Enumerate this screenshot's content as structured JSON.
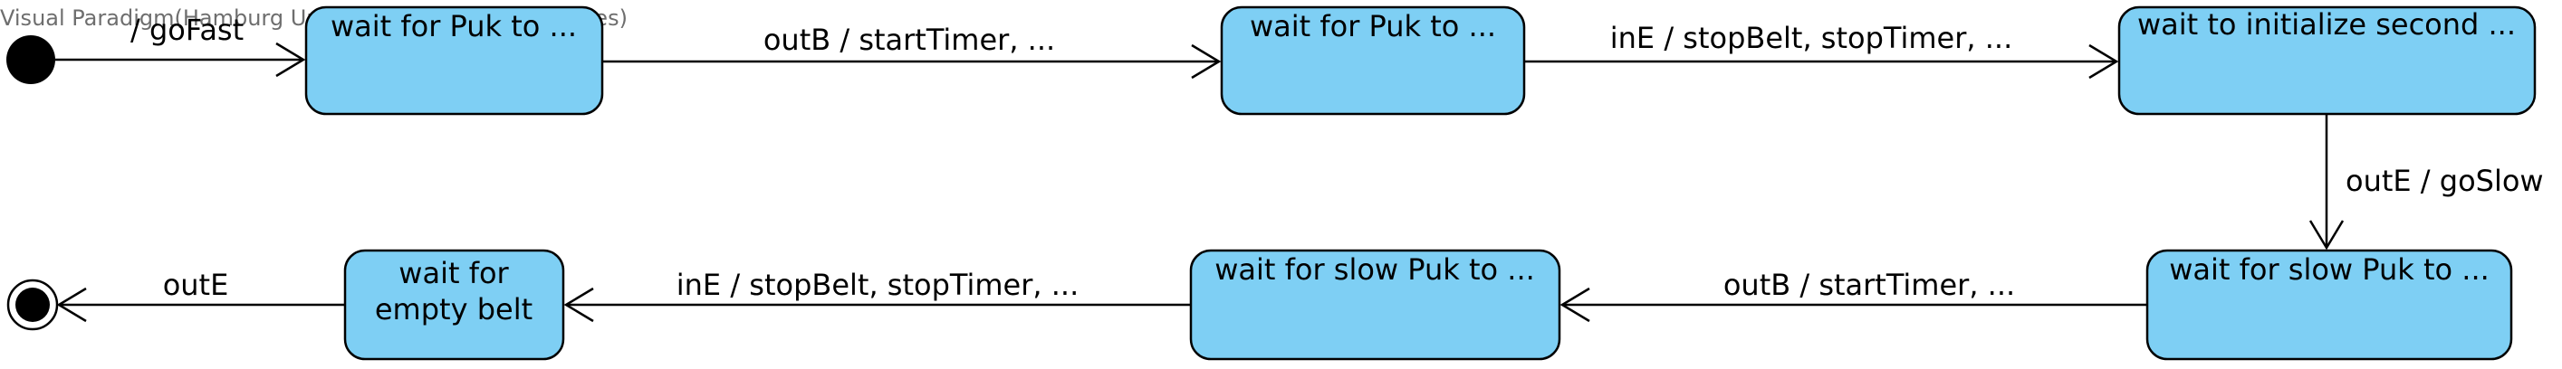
{
  "watermark": "Visual Paradigm(Hamburg University of Applied Sciences)",
  "colors": {
    "state_fill": "#7ECFF4",
    "stroke": "#000000",
    "background": "#FFFFFF"
  },
  "states": {
    "s1": "wait for Puk to ...",
    "s2": "wait for Puk to ...",
    "s3": "wait to initialize second ...",
    "s4": "wait for slow Puk to ...",
    "s5": "wait for slow Puk to ...",
    "s6_line1": "wait for",
    "s6_line2": "empty belt"
  },
  "transitions": {
    "t0": "/ goFast",
    "t1": "outB / startTimer, ...",
    "t2": "inE / stopBelt, stopTimer, ...",
    "t3": "outE / goSlow",
    "t4": "outB / startTimer, ...",
    "t5": "inE / stopBelt, stopTimer, ...",
    "t6": "outE"
  },
  "pseudostates": {
    "initial": "initial-node",
    "final": "final-node"
  }
}
